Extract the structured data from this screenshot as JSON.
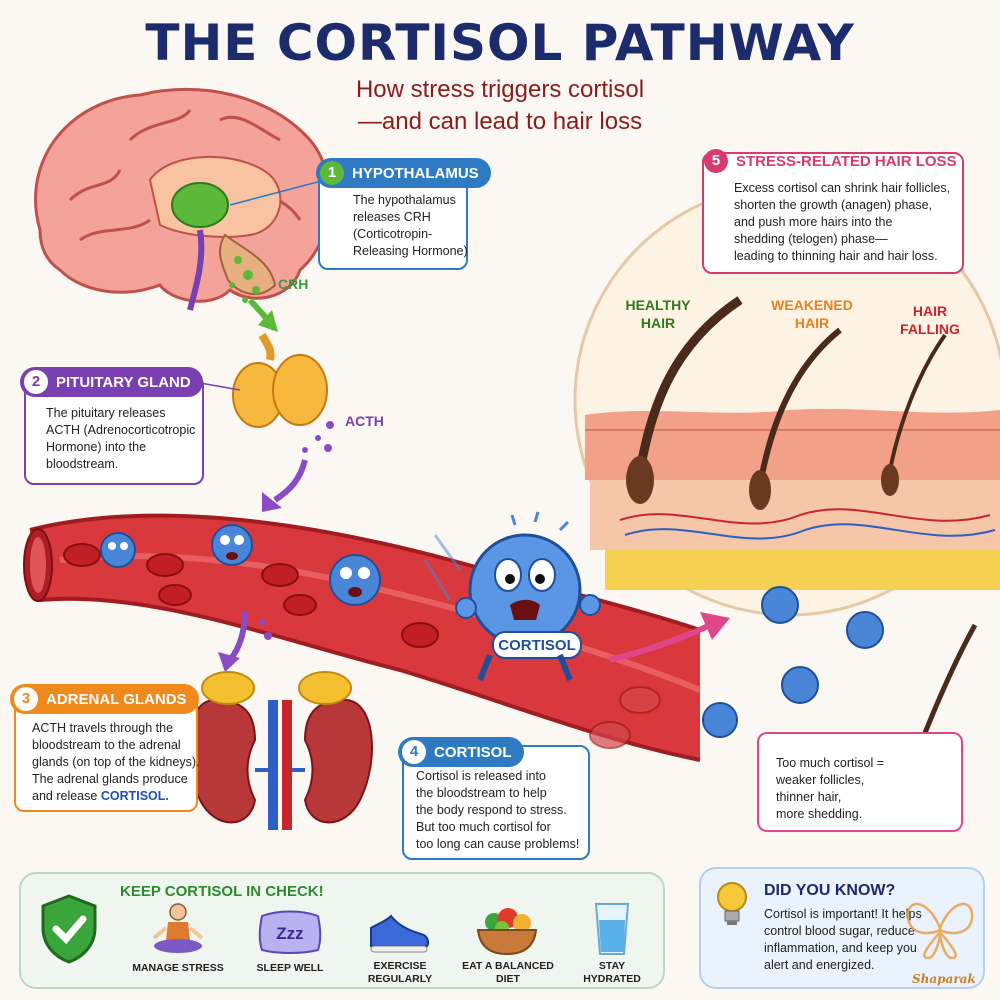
{
  "title": "THE CORTISOL PATHWAY",
  "subtitle_line1": "How stress triggers cortisol",
  "subtitle_line2": "—and can lead to hair loss",
  "steps": [
    {
      "num": "1",
      "label": "HYPOTHALAMUS",
      "text": [
        "The hypothalamus",
        "releases CRH",
        "(Corticotropin-",
        "Releasing Hormone)"
      ],
      "color": "#2e7bc4"
    },
    {
      "num": "2",
      "label": "PITUITARY GLAND",
      "text": [
        "The pituitary releases",
        "ACTH (Adrenocorticotropic",
        "Hormone) into the",
        "bloodstream."
      ],
      "color": "#7a3fb0"
    },
    {
      "num": "3",
      "label": "ADRENAL GLANDS",
      "text": [
        "ACTH travels through the",
        "bloodstream to the adrenal",
        "glands (on top of the kidneys).",
        "The adrenal glands produce",
        "and release "
      ],
      "highlight": "CORTISOL.",
      "color": "#f08a1c"
    },
    {
      "num": "4",
      "label": "CORTISOL",
      "text": [
        "Cortisol is released into",
        "the bloodstream to help",
        "the body respond to stress.",
        "But too much cortisol for",
        "too long can cause problems!"
      ],
      "color": "#2e7bc4"
    },
    {
      "num": "5",
      "label": "STRESS-RELATED HAIR LOSS",
      "text": [
        "Excess cortisol can shrink hair follicles,",
        "shorten the growth (anagen) phase,",
        "and push more hairs into the",
        "shedding (telogen) phase—",
        "leading to thinning hair and hair loss."
      ],
      "color": "#d63b6e"
    }
  ],
  "hormones": {
    "crh": "CRH",
    "acth": "ACTH"
  },
  "mascot_label": "CORTISOL",
  "hair_stages": {
    "healthy": [
      "HEALTHY",
      "HAIR"
    ],
    "weakened": [
      "WEAKENED",
      "HAIR"
    ],
    "falling": [
      "HAIR",
      "FALLING"
    ]
  },
  "follicle_note": [
    "Too much cortisol =",
    "weaker follicles,",
    "thinner hair,",
    "more shedding."
  ],
  "tips": {
    "heading": "KEEP CORTISOL IN CHECK!",
    "items": [
      {
        "icon": "meditation-icon",
        "label": [
          "MANAGE STRESS"
        ]
      },
      {
        "icon": "pillow-icon",
        "label": [
          "SLEEP WELL"
        ],
        "glyph": "Zzz"
      },
      {
        "icon": "sneaker-icon",
        "label": [
          "EXERCISE",
          "REGULARLY"
        ]
      },
      {
        "icon": "food-bowl-icon",
        "label": [
          "EAT A BALANCED",
          "DIET"
        ]
      },
      {
        "icon": "water-glass-icon",
        "label": [
          "STAY",
          "HYDRATED"
        ]
      }
    ]
  },
  "did_you_know": {
    "heading": "DID YOU KNOW?",
    "text": [
      "Cortisol is important! It helps",
      "control blood sugar, reduce",
      "inflammation, and keep you",
      "alert and energized."
    ]
  },
  "watermark": "Shaparak",
  "colors": {
    "title": "#1b2b6b",
    "subtitle": "#8a1c1c",
    "blood": "#c8262b",
    "cortisol_blue": "#4a86d8",
    "green": "#3a9a3a"
  }
}
